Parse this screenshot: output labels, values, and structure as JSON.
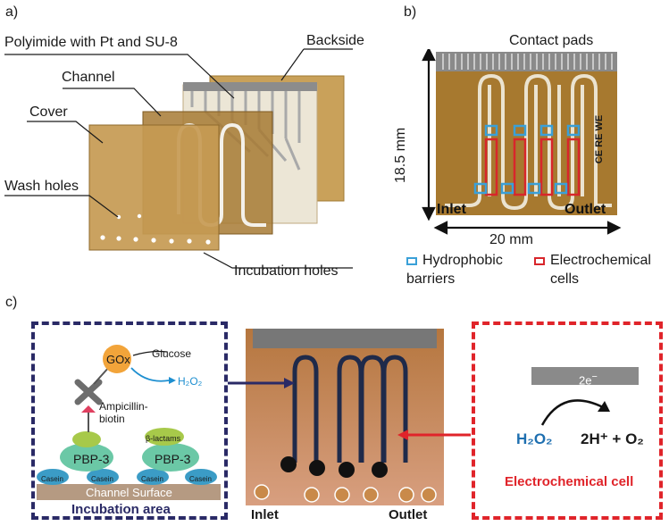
{
  "panels": {
    "a": "a)",
    "b": "b)",
    "c": "c)"
  },
  "panel_a": {
    "layer_polyimide": "Polyimide with Pt and SU-8",
    "layer_backside": "Backside",
    "layer_channel": "Channel",
    "layer_cover": "Cover",
    "wash_holes": "Wash holes",
    "incubation_holes": "Incubation holes"
  },
  "panel_b": {
    "contact_pads": "Contact pads",
    "height_dim": "18.5 mm",
    "width_dim": "20 mm",
    "inlet": "Inlet",
    "outlet": "Outlet",
    "electrode_labels": [
      "CE",
      "RE",
      "WE"
    ],
    "legend": [
      {
        "label_line1": "Hydrophobic",
        "label_line2": "barriers",
        "color": "#3aa0d8"
      },
      {
        "label_line1": "Electrochemical",
        "label_line2": "cells",
        "color": "#d8262b"
      }
    ]
  },
  "panel_c": {
    "incubation_area": "Incubation area",
    "incubation_color": "#2a2a66",
    "gox": "GOx",
    "glucose": "Glucose",
    "h2o2_small": "H₂O₂",
    "ampicillin_line1": "Ampicillin-",
    "ampicillin_line2": "biotin",
    "beta_lactams": "β-lactams",
    "pbp3_left": "PBP-3",
    "pbp3_right": "PBP-3",
    "casein": [
      "Casein",
      "Casein",
      "Casein",
      "Casein"
    ],
    "channel_surface": "Channel Surface",
    "inlet": "Inlet",
    "outlet": "Outlet",
    "electron_label": "2e",
    "electron_sign": "−",
    "reactant": "H₂O₂",
    "products": "2H⁺ + O₂",
    "electrochemical_cell": "Electrochemical cell",
    "electrochem_color": "#e0242a"
  }
}
